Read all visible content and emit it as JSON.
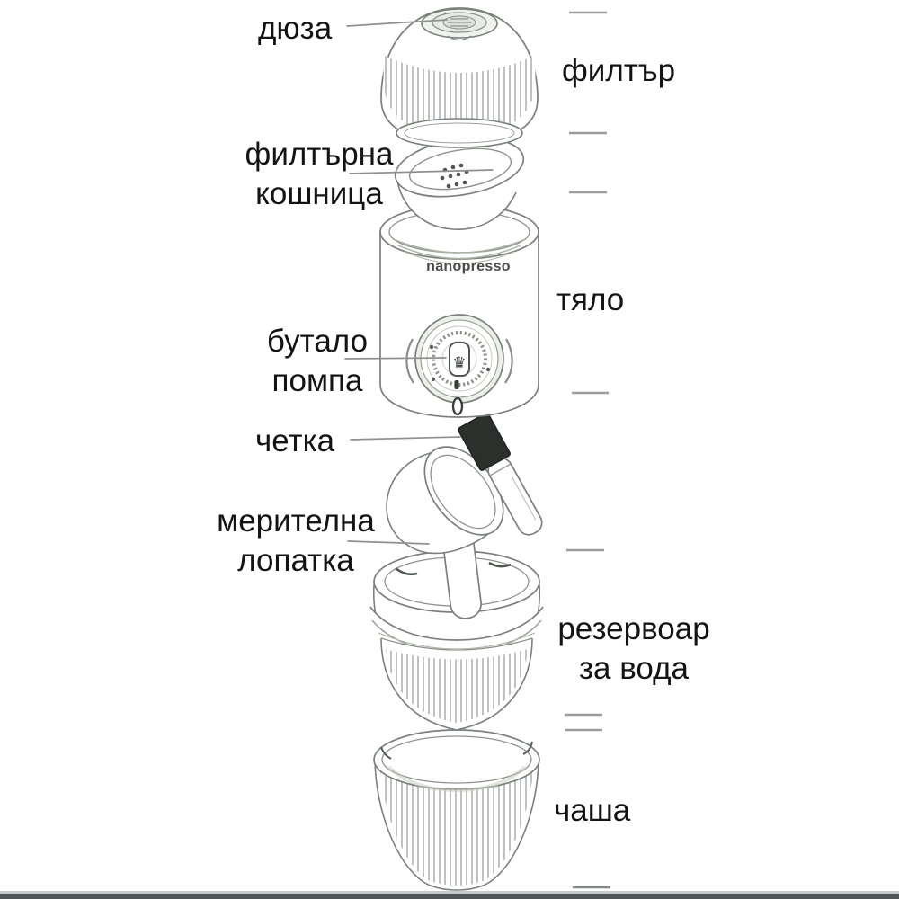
{
  "diagram": {
    "brand": "nanopresso",
    "parts": {
      "nozzle": "дюза",
      "filter": "филтър",
      "filter_basket": "филтърна\nкошница",
      "body": "тяло",
      "piston_pump": "бутало\nпомпа",
      "brush": "четка",
      "measuring_scoop": "мерителна\nлопатка",
      "water_reservoir": "резервоар\nза вода",
      "cup": "чаша"
    },
    "icons": {
      "pump_crown": "♛"
    },
    "colors": {
      "outline": "#7a817a",
      "rib": "#949b92",
      "label_text": "#141414",
      "brush_head": "#2b302c",
      "bottom_bar": "#515659"
    }
  }
}
